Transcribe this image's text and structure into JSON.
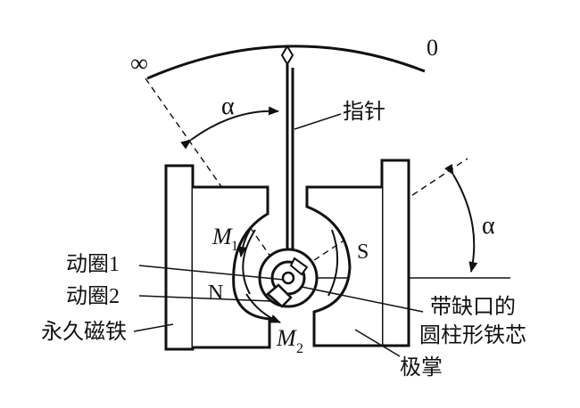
{
  "scale": {
    "left_mark": "∞",
    "right_mark": "0"
  },
  "angle_symbol": "α",
  "coil_m1": {
    "letter": "M",
    "index": "1"
  },
  "coil_m2": {
    "letter": "M",
    "index": "2"
  },
  "pole_north": "N",
  "pole_south": "S",
  "labels": {
    "pointer": "指针",
    "moving_coil_1": "动圈1",
    "moving_coil_2": "动圈2",
    "permanent_magnet": "永久磁铁",
    "notched_core_line1": "带缺口的",
    "notched_core_line2": "圆柱形铁芯",
    "pole_shoe": "极掌"
  }
}
